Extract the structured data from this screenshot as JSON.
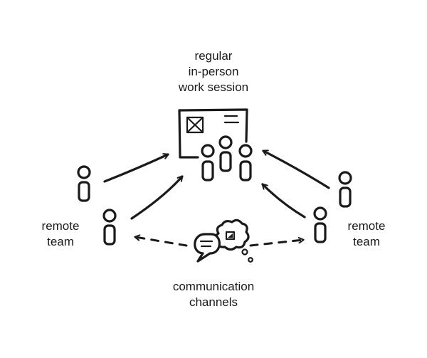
{
  "session_label": [
    "regular",
    "in-person",
    "work session"
  ],
  "remote_team_left": [
    "remote",
    "team"
  ],
  "remote_team_right": [
    "remote",
    "team"
  ],
  "communication_label": [
    "communication",
    "channels"
  ],
  "icons": {
    "board": "whiteboard-icon",
    "person": "person-icon",
    "chat": "chat-bubble-icon",
    "thought": "thought-bubble-icon"
  }
}
